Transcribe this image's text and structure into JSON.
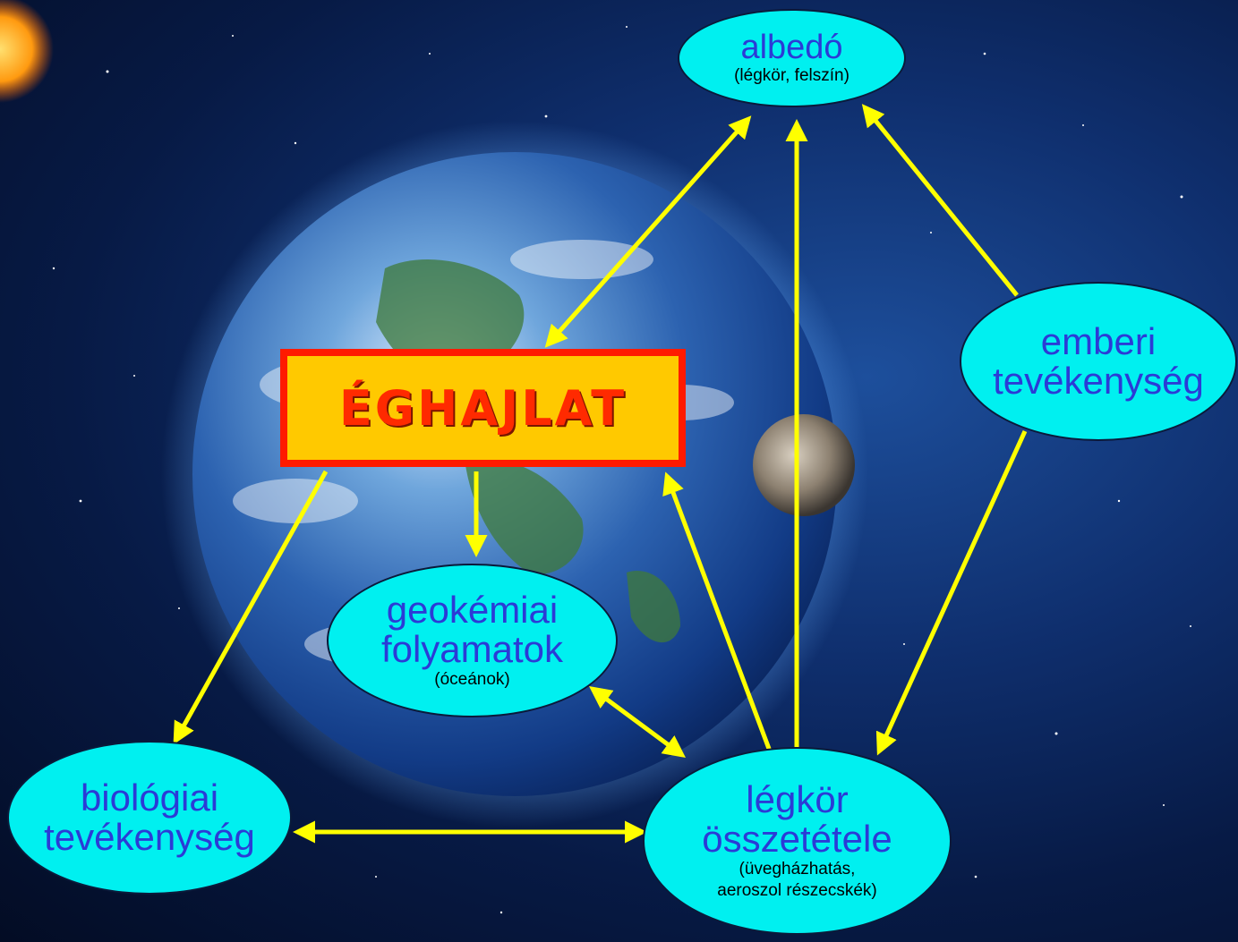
{
  "center": {
    "label": "ÉGHAJLAT"
  },
  "nodes": {
    "albedo": {
      "title": "albedó",
      "sub": "(légkör, felszín)"
    },
    "human": {
      "line1": "emberi",
      "line2": "tevékenység"
    },
    "geo": {
      "line1": "geokémiai",
      "line2": "folyamatok",
      "sub": "(óceánok)"
    },
    "bio": {
      "line1": "biológiai",
      "line2": "tevékenység"
    },
    "atmo": {
      "line1": "légkör",
      "line2": "összetétele",
      "sub1": "(üvegházhatás,",
      "sub2": "aeroszol részecskék)"
    }
  },
  "colors": {
    "arrow": "#ffff00",
    "node_fill": "#00f0f0",
    "node_text": "#2b3bd6",
    "title_fill": "#ffc900",
    "title_border": "#ff1a00"
  }
}
